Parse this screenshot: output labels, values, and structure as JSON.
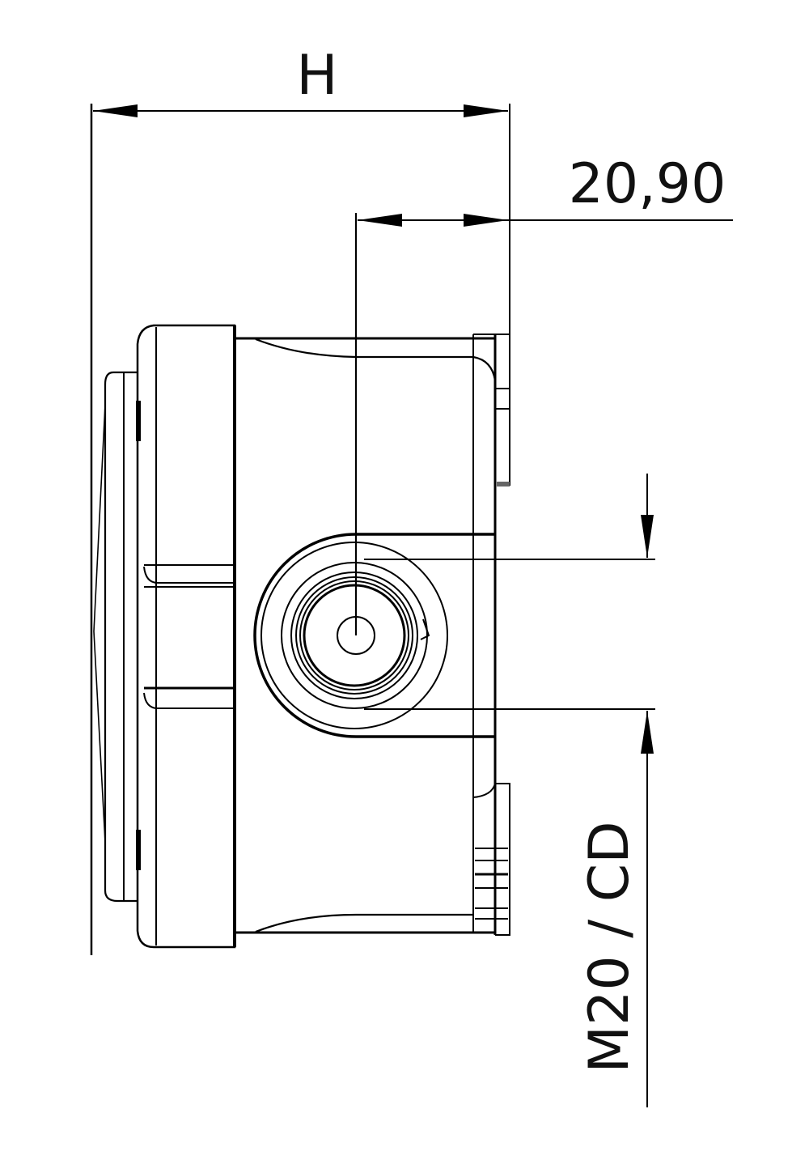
{
  "drawing": {
    "view": "side-elevation",
    "subject": "junction box with cable entry",
    "line_color": "#000000",
    "background": "#ffffff"
  },
  "dimensions": {
    "overall_height": {
      "label": "H"
    },
    "entry_offset": {
      "label": "20,90"
    },
    "entry_size": {
      "label": "M20 / CD"
    }
  }
}
